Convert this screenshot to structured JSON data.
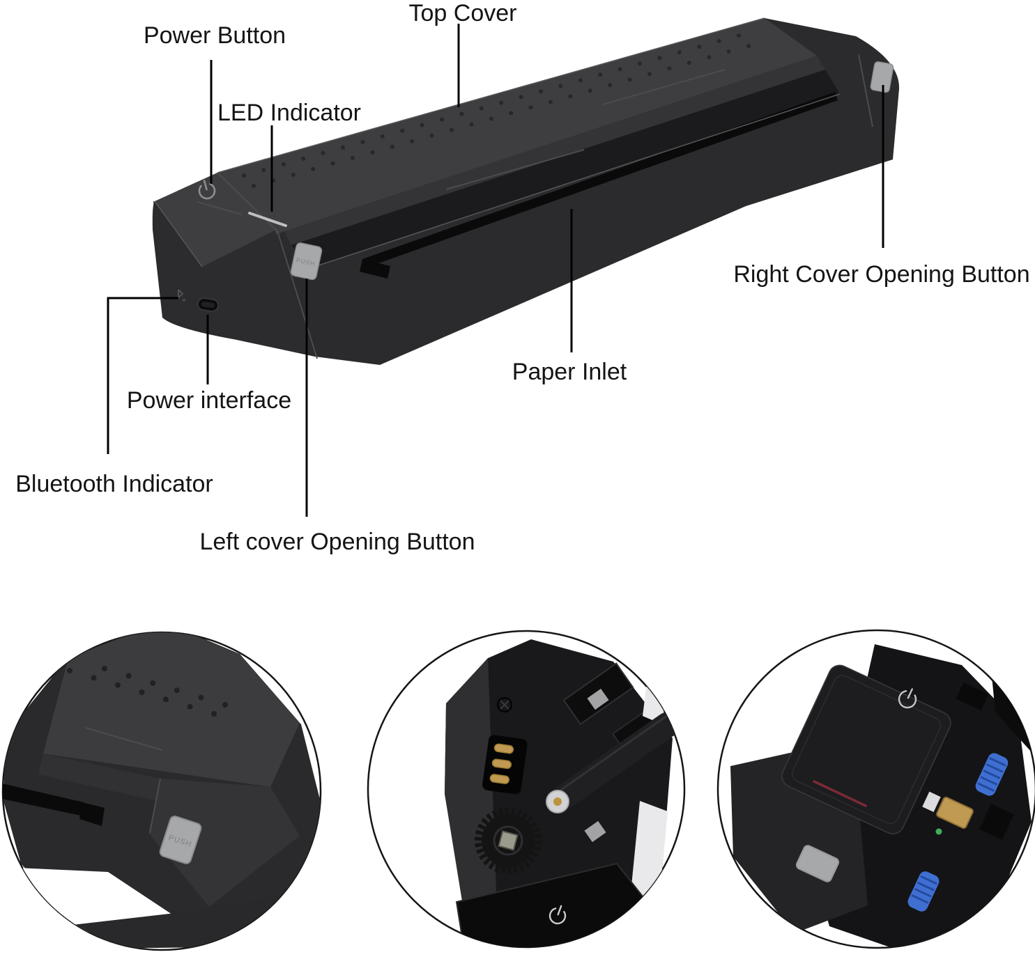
{
  "callouts": {
    "power_button": {
      "label": "Power Button"
    },
    "led_indicator": {
      "label": "LED Indicator"
    },
    "top_cover": {
      "label": "Top Cover"
    },
    "right_cover": {
      "label": "Right Cover Opening Button"
    },
    "paper_inlet": {
      "label": "Paper Inlet"
    },
    "power_interface": {
      "label": "Power interface"
    },
    "bluetooth": {
      "label": "Bluetooth Indicator"
    },
    "left_cover": {
      "label": "Left cover Opening Button"
    }
  },
  "device": {
    "push_label": "PUSH",
    "power_icon": "power-symbol",
    "bluetooth_icon": "bluetooth-symbol",
    "usb_port": "usb-c-power-port"
  },
  "detail_circles": [
    {
      "name": "left-end-push-button-closeup"
    },
    {
      "name": "internal-gear-roller-contacts-closeup"
    },
    {
      "name": "opened-right-cover-internals-closeup"
    }
  ],
  "colors": {
    "top_face": "#3e3e41",
    "front_face": "#2b2b2d",
    "cap_front": "#2c2c2e",
    "slot_black": "#0a0a0b",
    "button_gray": "#a7a8aa",
    "led_strip": "#bfbfc1",
    "power_icon_gray": "#8e8e90",
    "led_red": "#7b2a38",
    "roller_blue": "#3f6fd1",
    "contact_gold": "#c09a52",
    "callout_line": "#000000",
    "label_text": "#141414"
  }
}
